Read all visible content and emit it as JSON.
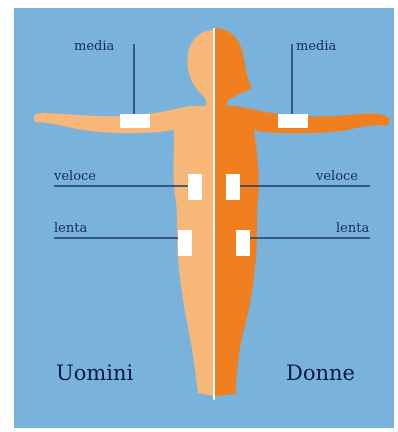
{
  "colors": {
    "background": "#79b3dc",
    "men_body": "#f6b778",
    "women_body": "#f07f1f",
    "patch": "#ffffff",
    "line": "#1c3a70"
  },
  "men": {
    "caption": "Uomini",
    "labels": {
      "media": "media",
      "veloce": "veloce",
      "lenta": "lenta"
    }
  },
  "women": {
    "caption": "Donne",
    "labels": {
      "media": "media",
      "veloce": "veloce",
      "lenta": "lenta"
    }
  }
}
